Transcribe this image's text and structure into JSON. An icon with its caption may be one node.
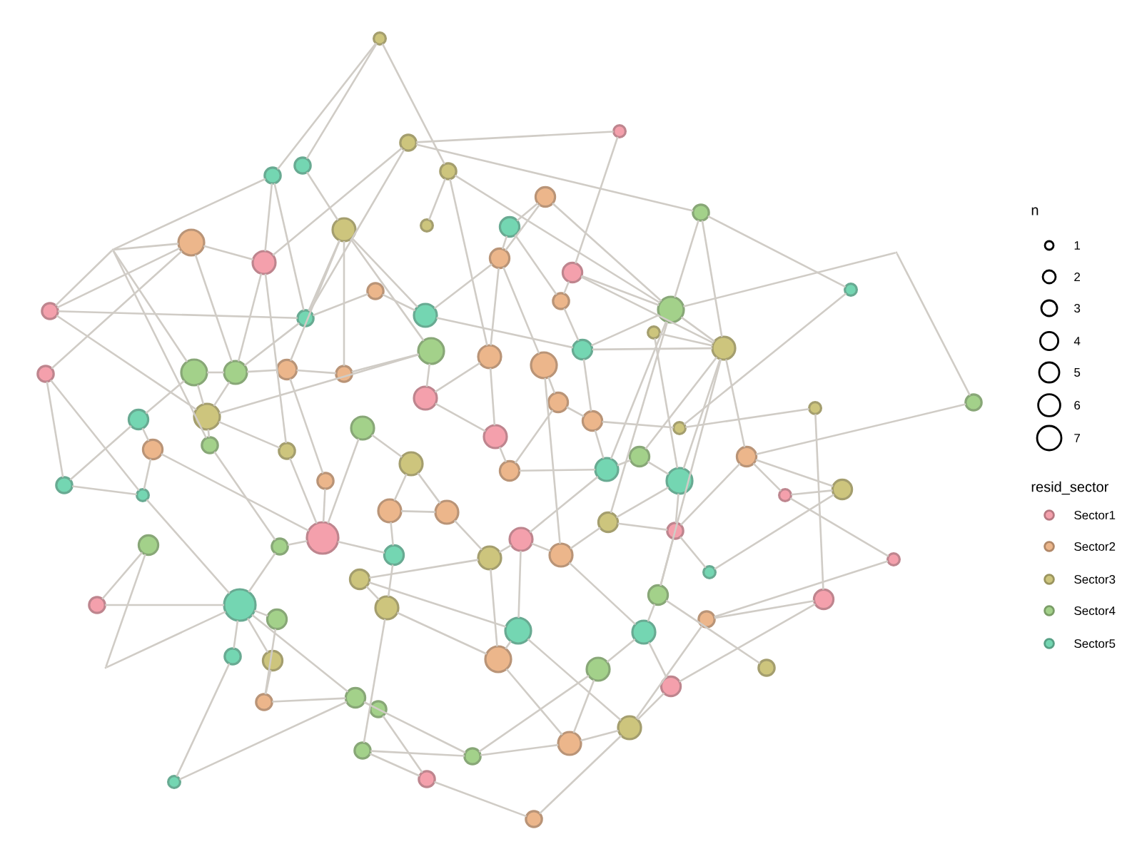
{
  "diagram": {
    "nodes": [
      {
        "text": [],
        "shape": "circle"
      },
      {
        "text": [],
        "shape": "circle"
      },
      {
        "text": [],
        "shape": "circle"
      },
      {
        "text": [],
        "shape": "circle"
      },
      {
        "text": [],
        "shape": "circle"
      },
      {
        "text": [],
        "shape": "circle"
      },
      {
        "text": [],
        "shape": "circle"
      },
      {
        "text": [],
        "shape": "circle"
      },
      {
        "text": [],
        "shape": "circle"
      },
      {
        "text": [],
        "shape": "circle"
      },
      {
        "text": [],
        "shape": "circle"
      },
      {
        "text": [],
        "shape": "circle"
      },
      {
        "text": [],
        "shape": "circle"
      },
      {
        "text": [],
        "shape": "circle"
      },
      {
        "text": [],
        "shape": "circle"
      },
      {
        "text": [],
        "shape": "circle"
      },
      {
        "text": [],
        "shape": "circle"
      },
      {
        "text": [],
        "shape": "circle"
      },
      {
        "text": [],
        "shape": "circle"
      },
      {
        "text": [],
        "shape": "circle"
      },
      {
        "text": [],
        "shape": "circle"
      },
      {
        "text": [],
        "shape": "circle"
      },
      {
        "text": [],
        "shape": "circle"
      },
      {
        "text": [],
        "shape": "circle"
      },
      {
        "text": [],
        "shape": "circle"
      },
      {
        "text": [],
        "shape": "circle"
      },
      {
        "text": [],
        "shape": "circle"
      },
      {
        "text": [],
        "shape": "circle"
      },
      {
        "text": [],
        "shape": "circle"
      },
      {
        "text": [],
        "shape": "circle"
      },
      {
        "text": [],
        "shape": "circle"
      },
      {
        "text": [],
        "shape": "circle"
      },
      {
        "text": [],
        "shape": "circle"
      },
      {
        "text": [],
        "shape": "circle"
      },
      {
        "text": [],
        "shape": "circle"
      },
      {
        "text": [],
        "shape": "circle"
      },
      {
        "text": [],
        "shape": "circle"
      },
      {
        "text": [],
        "shape": "circle"
      },
      {
        "text": [],
        "shape": "circle"
      },
      {
        "text": [],
        "shape": "circle"
      },
      {
        "text": [],
        "shape": "circle"
      },
      {
        "text": [],
        "shape": "circle"
      },
      {
        "text": [],
        "shape": "circle"
      },
      {
        "text": [],
        "shape": "circle"
      },
      {
        "text": [],
        "shape": "circle"
      },
      {
        "text": [],
        "shape": "circle"
      },
      {
        "text": [],
        "shape": "circle"
      },
      {
        "text": [],
        "shape": "circle"
      },
      {
        "text": [],
        "shape": "circle"
      },
      {
        "text": [],
        "shape": "circle"
      },
      {
        "text": [],
        "shape": "circle"
      },
      {
        "text": [],
        "shape": "circle"
      },
      {
        "text": [],
        "shape": "circle"
      },
      {
        "text": [],
        "shape": "circle"
      },
      {
        "text": [],
        "shape": "circle"
      },
      {
        "text": [],
        "shape": "circle"
      },
      {
        "text": [],
        "shape": "circle"
      },
      {
        "text": [],
        "shape": "circle"
      },
      {
        "text": [],
        "shape": "circle"
      },
      {
        "text": [],
        "shape": "circle"
      },
      {
        "text": [],
        "shape": "circle"
      },
      {
        "text": [],
        "shape": "circle"
      },
      {
        "text": [],
        "shape": "circle"
      },
      {
        "text": [],
        "shape": "circle"
      },
      {
        "text": [],
        "shape": "circle"
      },
      {
        "text": [],
        "shape": "circle"
      },
      {
        "text": [],
        "shape": "circle"
      },
      {
        "text": [],
        "shape": "circle"
      },
      {
        "text": [],
        "shape": "circle"
      },
      {
        "text": [],
        "shape": "circle"
      },
      {
        "text": [],
        "shape": "circle"
      },
      {
        "text": [],
        "shape": "circle"
      },
      {
        "text": [],
        "shape": "circle"
      },
      {
        "text": [],
        "shape": "circle"
      },
      {
        "text": [],
        "shape": "circle"
      },
      {
        "text": [],
        "shape": "circle"
      },
      {
        "text": [],
        "shape": "circle"
      },
      {
        "text": [],
        "shape": "circle"
      },
      {
        "text": [],
        "shape": "circle"
      },
      {
        "text": [],
        "shape": "circle"
      },
      {
        "text": [],
        "shape": "circle"
      },
      {
        "text": [],
        "shape": "circle"
      },
      {
        "text": [],
        "shape": "circle"
      },
      {
        "text": [],
        "shape": "circle"
      },
      {
        "text": [],
        "shape": "circle"
      },
      {
        "text": [],
        "shape": "circle"
      },
      {
        "text": [],
        "shape": "circle"
      },
      {
        "text": [],
        "shape": "circle"
      },
      {
        "text": [],
        "shape": "circle"
      },
      {
        "text": [],
        "shape": "circle"
      },
      {
        "text": [],
        "shape": "circle"
      },
      {
        "text": [],
        "shape": "circle"
      },
      {
        "text": [],
        "shape": "circle"
      },
      {
        "text": [],
        "shape": "circle"
      },
      {
        "text": [],
        "shape": "circle"
      },
      {
        "text": [],
        "shape": "circle"
      },
      {
        "text": [],
        "shape": "point"
      },
      {
        "text": [],
        "shape": "point"
      },
      {
        "text": [],
        "shape": "point"
      }
    ],
    "edges": [
      {
        "from": 0,
        "to": 3,
        "arrow": "none"
      },
      {
        "from": 0,
        "to": 4,
        "arrow": "none"
      },
      {
        "from": 0,
        "to": 2,
        "arrow": "none"
      },
      {
        "from": 3,
        "to": 96,
        "arrow": "none"
      },
      {
        "from": 3,
        "to": 12,
        "arrow": "none"
      },
      {
        "from": 3,
        "to": 16,
        "arrow": "none"
      },
      {
        "from": 4,
        "to": 6,
        "arrow": "none"
      },
      {
        "from": 1,
        "to": 12,
        "arrow": "none"
      },
      {
        "from": 1,
        "to": 16,
        "arrow": "none"
      },
      {
        "from": 1,
        "to": 10,
        "arrow": "none"
      },
      {
        "from": 5,
        "to": 1,
        "arrow": "none"
      },
      {
        "from": 5,
        "to": 14,
        "arrow": "none"
      },
      {
        "from": 2,
        "to": 7,
        "arrow": "none"
      },
      {
        "from": 2,
        "to": 20,
        "arrow": "none"
      },
      {
        "from": 2,
        "to": 24,
        "arrow": "none"
      },
      {
        "from": 8,
        "to": 9,
        "arrow": "none"
      },
      {
        "from": 8,
        "to": 13,
        "arrow": "none"
      },
      {
        "from": 8,
        "to": 20,
        "arrow": "none"
      },
      {
        "from": 10,
        "to": 20,
        "arrow": "none"
      },
      {
        "from": 10,
        "to": 27,
        "arrow": "none"
      },
      {
        "from": 10,
        "to": 21,
        "arrow": "none"
      },
      {
        "from": 21,
        "to": 36,
        "arrow": "none"
      },
      {
        "from": 20,
        "to": 98,
        "arrow": "none"
      },
      {
        "from": 98,
        "to": 38,
        "arrow": "none"
      },
      {
        "from": 38,
        "to": 52,
        "arrow": "none"
      },
      {
        "from": 37,
        "to": 36,
        "arrow": "none"
      },
      {
        "from": 37,
        "to": 74,
        "arrow": "none"
      },
      {
        "from": 11,
        "to": 96,
        "arrow": "none"
      },
      {
        "from": 11,
        "to": 15,
        "arrow": "none"
      },
      {
        "from": 11,
        "to": 12,
        "arrow": "none"
      },
      {
        "from": 11,
        "to": 28,
        "arrow": "none"
      },
      {
        "from": 11,
        "to": 30,
        "arrow": "none"
      },
      {
        "from": 96,
        "to": 15,
        "arrow": "none"
      },
      {
        "from": 96,
        "to": 29,
        "arrow": "none"
      },
      {
        "from": 96,
        "to": 44,
        "arrow": "none"
      },
      {
        "from": 15,
        "to": 16,
        "arrow": "none"
      },
      {
        "from": 15,
        "to": 40,
        "arrow": "none"
      },
      {
        "from": 28,
        "to": 54,
        "arrow": "none"
      },
      {
        "from": 28,
        "to": 53,
        "arrow": "none"
      },
      {
        "from": 12,
        "to": 30,
        "arrow": "none"
      },
      {
        "from": 12,
        "to": 45,
        "arrow": "none"
      },
      {
        "from": 6,
        "to": 16,
        "arrow": "none"
      },
      {
        "from": 6,
        "to": 31,
        "arrow": "none"
      },
      {
        "from": 6,
        "to": 32,
        "arrow": "none"
      },
      {
        "from": 6,
        "to": 23,
        "arrow": "none"
      },
      {
        "from": 6,
        "to": 18,
        "arrow": "none"
      },
      {
        "from": 16,
        "to": 17,
        "arrow": "none"
      },
      {
        "from": 16,
        "to": 30,
        "arrow": "none"
      },
      {
        "from": 17,
        "to": 18,
        "arrow": "none"
      },
      {
        "from": 18,
        "to": 26,
        "arrow": "none"
      },
      {
        "from": 18,
        "to": 13,
        "arrow": "none"
      },
      {
        "from": 9,
        "to": 19,
        "arrow": "none"
      },
      {
        "from": 9,
        "to": 13,
        "arrow": "none"
      },
      {
        "from": 13,
        "to": 25,
        "arrow": "none"
      },
      {
        "from": 13,
        "to": 24,
        "arrow": "none"
      },
      {
        "from": 14,
        "to": 19,
        "arrow": "none"
      },
      {
        "from": 14,
        "to": 27,
        "arrow": "none"
      },
      {
        "from": 14,
        "to": 20,
        "arrow": "none"
      },
      {
        "from": 19,
        "to": 26,
        "arrow": "none"
      },
      {
        "from": 20,
        "to": 26,
        "arrow": "none"
      },
      {
        "from": 20,
        "to": 27,
        "arrow": "none"
      },
      {
        "from": 20,
        "to": 62,
        "arrow": "none"
      },
      {
        "from": 20,
        "to": 49,
        "arrow": "none"
      },
      {
        "from": 22,
        "to": 51,
        "arrow": "none"
      },
      {
        "from": 22,
        "to": 27,
        "arrow": "none"
      },
      {
        "from": 23,
        "to": 33,
        "arrow": "none"
      },
      {
        "from": 23,
        "to": 40,
        "arrow": "none"
      },
      {
        "from": 24,
        "to": 33,
        "arrow": "none"
      },
      {
        "from": 24,
        "to": 42,
        "arrow": "none"
      },
      {
        "from": 25,
        "to": 34,
        "arrow": "none"
      },
      {
        "from": 25,
        "to": 61,
        "arrow": "none"
      },
      {
        "from": 26,
        "to": 35,
        "arrow": "none"
      },
      {
        "from": 26,
        "to": 27,
        "arrow": "none"
      },
      {
        "from": 27,
        "to": 52,
        "arrow": "none"
      },
      {
        "from": 27,
        "to": 51,
        "arrow": "none"
      },
      {
        "from": 27,
        "to": 50,
        "arrow": "none"
      },
      {
        "from": 27,
        "to": 73,
        "arrow": "none"
      },
      {
        "from": 29,
        "to": 30,
        "arrow": "none"
      },
      {
        "from": 29,
        "to": 39,
        "arrow": "none"
      },
      {
        "from": 29,
        "to": 40,
        "arrow": "none"
      },
      {
        "from": 30,
        "to": 31,
        "arrow": "none"
      },
      {
        "from": 30,
        "to": 40,
        "arrow": "none"
      },
      {
        "from": 31,
        "to": 32,
        "arrow": "none"
      },
      {
        "from": 31,
        "to": 48,
        "arrow": "none"
      },
      {
        "from": 32,
        "to": 23,
        "arrow": "none"
      },
      {
        "from": 33,
        "to": 42,
        "arrow": "none"
      },
      {
        "from": 34,
        "to": 35,
        "arrow": "none"
      },
      {
        "from": 34,
        "to": 47,
        "arrow": "none"
      },
      {
        "from": 35,
        "to": 49,
        "arrow": "none"
      },
      {
        "from": 35,
        "to": 36,
        "arrow": "none"
      },
      {
        "from": 39,
        "to": 43,
        "arrow": "none"
      },
      {
        "from": 39,
        "to": 53,
        "arrow": "none"
      },
      {
        "from": 40,
        "to": 44,
        "arrow": "none"
      },
      {
        "from": 40,
        "to": 45,
        "arrow": "none"
      },
      {
        "from": 41,
        "to": 46,
        "arrow": "none"
      },
      {
        "from": 41,
        "to": 59,
        "arrow": "none"
      },
      {
        "from": 42,
        "to": 47,
        "arrow": "none"
      },
      {
        "from": 43,
        "to": 54,
        "arrow": "none"
      },
      {
        "from": 43,
        "to": 59,
        "arrow": "none"
      },
      {
        "from": 44,
        "to": 65,
        "arrow": "none"
      },
      {
        "from": 45,
        "to": 59,
        "arrow": "none"
      },
      {
        "from": 46,
        "to": 57,
        "arrow": "none"
      },
      {
        "from": 46,
        "to": 58,
        "arrow": "none"
      },
      {
        "from": 47,
        "to": 49,
        "arrow": "none"
      },
      {
        "from": 48,
        "to": 59,
        "arrow": "none"
      },
      {
        "from": 49,
        "to": 50,
        "arrow": "none"
      },
      {
        "from": 49,
        "to": 60,
        "arrow": "none"
      },
      {
        "from": 50,
        "to": 51,
        "arrow": "none"
      },
      {
        "from": 51,
        "to": 63,
        "arrow": "none"
      },
      {
        "from": 51,
        "to": 62,
        "arrow": "none"
      },
      {
        "from": 52,
        "to": 55,
        "arrow": "none"
      },
      {
        "from": 52,
        "to": 56,
        "arrow": "none"
      },
      {
        "from": 52,
        "to": 63,
        "arrow": "none"
      },
      {
        "from": 55,
        "to": 56,
        "arrow": "none"
      },
      {
        "from": 55,
        "to": 69,
        "arrow": "none"
      },
      {
        "from": 56,
        "to": 68,
        "arrow": "none"
      },
      {
        "from": 53,
        "to": 54,
        "arrow": "none"
      },
      {
        "from": 54,
        "to": 71,
        "arrow": "none"
      },
      {
        "from": 57,
        "to": 58,
        "arrow": "none"
      },
      {
        "from": 57,
        "to": 66,
        "arrow": "none"
      },
      {
        "from": 58,
        "to": 67,
        "arrow": "none"
      },
      {
        "from": 59,
        "to": 65,
        "arrow": "none"
      },
      {
        "from": 59,
        "to": 66,
        "arrow": "none"
      },
      {
        "from": 60,
        "to": 61,
        "arrow": "none"
      },
      {
        "from": 60,
        "to": 67,
        "arrow": "none"
      },
      {
        "from": 61,
        "to": 62,
        "arrow": "none"
      },
      {
        "from": 61,
        "to": 78,
        "arrow": "none"
      },
      {
        "from": 63,
        "to": 68,
        "arrow": "none"
      },
      {
        "from": 63,
        "to": 73,
        "arrow": "none"
      },
      {
        "from": 64,
        "to": 70,
        "arrow": "none"
      },
      {
        "from": 64,
        "to": 97,
        "arrow": "none"
      },
      {
        "from": 65,
        "to": 71,
        "arrow": "none"
      },
      {
        "from": 66,
        "to": 76,
        "arrow": "none"
      },
      {
        "from": 67,
        "to": 72,
        "arrow": "none"
      },
      {
        "from": 69,
        "to": 83,
        "arrow": "none"
      },
      {
        "from": 70,
        "to": 71,
        "arrow": "none"
      },
      {
        "from": 71,
        "to": 97,
        "arrow": "none"
      },
      {
        "from": 71,
        "to": 75,
        "arrow": "none"
      },
      {
        "from": 71,
        "to": 79,
        "arrow": "none"
      },
      {
        "from": 71,
        "to": 80,
        "arrow": "none"
      },
      {
        "from": 71,
        "to": 85,
        "arrow": "none"
      },
      {
        "from": 72,
        "to": 76,
        "arrow": "none"
      },
      {
        "from": 72,
        "to": 77,
        "arrow": "none"
      },
      {
        "from": 73,
        "to": 78,
        "arrow": "none"
      },
      {
        "from": 73,
        "to": 84,
        "arrow": "none"
      },
      {
        "from": 74,
        "to": 83,
        "arrow": "none"
      },
      {
        "from": 74,
        "to": 88,
        "arrow": "none"
      },
      {
        "from": 75,
        "to": 87,
        "arrow": "none"
      },
      {
        "from": 76,
        "to": 81,
        "arrow": "none"
      },
      {
        "from": 76,
        "to": 89,
        "arrow": "none"
      },
      {
        "from": 77,
        "to": 81,
        "arrow": "none"
      },
      {
        "from": 77,
        "to": 92,
        "arrow": "none"
      },
      {
        "from": 78,
        "to": 82,
        "arrow": "none"
      },
      {
        "from": 78,
        "to": 88,
        "arrow": "none"
      },
      {
        "from": 79,
        "to": 94,
        "arrow": "none"
      },
      {
        "from": 80,
        "to": 87,
        "arrow": "none"
      },
      {
        "from": 81,
        "to": 91,
        "arrow": "none"
      },
      {
        "from": 82,
        "to": 90,
        "arrow": "none"
      },
      {
        "from": 82,
        "to": 91,
        "arrow": "none"
      },
      {
        "from": 83,
        "to": 92,
        "arrow": "none"
      },
      {
        "from": 85,
        "to": 86,
        "arrow": "none"
      },
      {
        "from": 85,
        "to": 90,
        "arrow": "none"
      },
      {
        "from": 86,
        "to": 93,
        "arrow": "none"
      },
      {
        "from": 87,
        "to": 85,
        "arrow": "none"
      },
      {
        "from": 89,
        "to": 93,
        "arrow": "none"
      },
      {
        "from": 89,
        "to": 90,
        "arrow": "none"
      },
      {
        "from": 90,
        "to": 91,
        "arrow": "none"
      },
      {
        "from": 91,
        "to": 92,
        "arrow": "none"
      },
      {
        "from": 93,
        "to": 95,
        "arrow": "none"
      },
      {
        "from": 92,
        "to": 95,
        "arrow": "none"
      },
      {
        "from": 94,
        "to": 85,
        "arrow": "none"
      },
      {
        "from": 62,
        "to": 63,
        "arrow": "none"
      },
      {
        "from": 77,
        "to": 60,
        "arrow": "none"
      },
      {
        "from": 81,
        "to": 67,
        "arrow": "none"
      },
      {
        "from": 88,
        "to": 92,
        "arrow": "none"
      }
    ],
    "labels": [
      "n",
      "resid_sector"
    ],
    "legend": [
      {
        "text": "1"
      },
      {
        "text": "2"
      },
      {
        "text": "3"
      },
      {
        "text": "4"
      },
      {
        "text": "5"
      },
      {
        "text": "6"
      },
      {
        "text": "7"
      },
      {
        "text": "Sector1",
        "color": "#f4a0ac"
      },
      {
        "text": "Sector2",
        "color": "#ecb68b"
      },
      {
        "text": "Sector3",
        "color": "#cdc57d"
      },
      {
        "text": "Sector4",
        "color": "#a3d18a"
      },
      {
        "text": "Sector5",
        "color": "#74d6b2"
      }
    ]
  }
}
